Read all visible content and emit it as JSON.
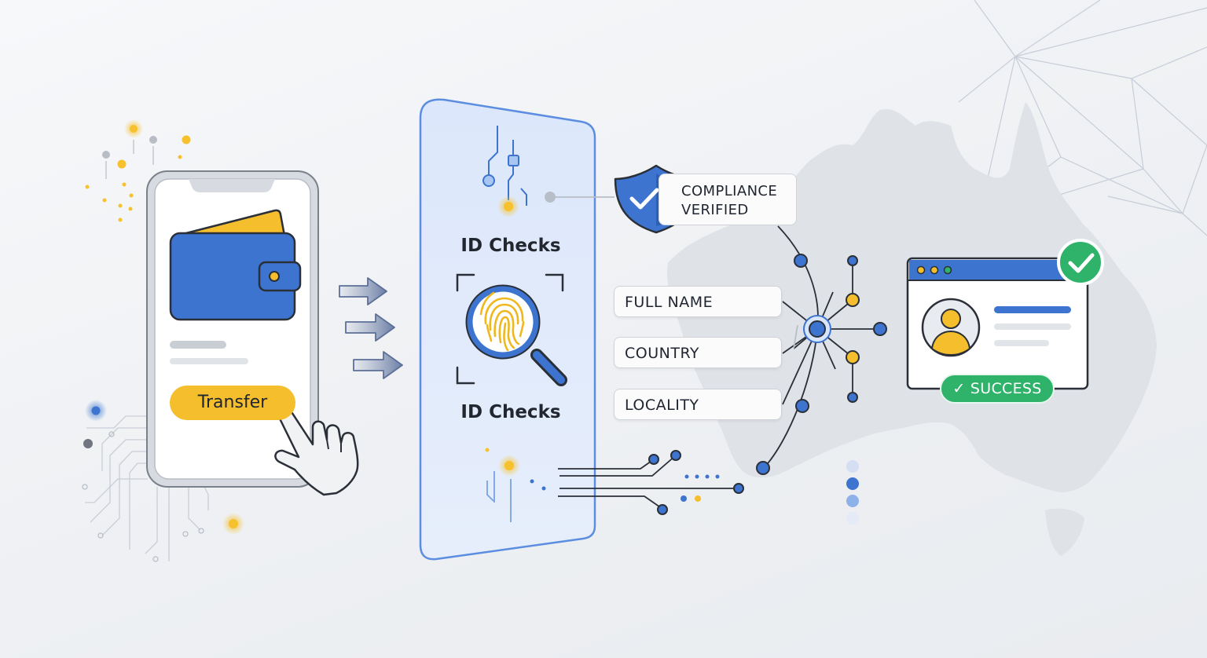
{
  "phone": {
    "button_label": "Transfer"
  },
  "panel": {
    "top_label": "ID Checks",
    "bottom_label": "ID Checks"
  },
  "compliance": {
    "line1": "COMPLIANCE",
    "line2": "VERIFIED"
  },
  "fields": [
    {
      "label": "FULL NAME"
    },
    {
      "label": "COUNTRY"
    },
    {
      "label": "LOCALITY"
    }
  ],
  "result": {
    "badge_label": "SUCCESS"
  },
  "icons": [
    "wallet-icon",
    "pointing-hand-icon",
    "fingerprint-magnifier-icon",
    "shield-check-icon",
    "user-avatar-icon",
    "check-circle-icon",
    "australia-map-icon"
  ],
  "colors": {
    "blue": "#3d74cf",
    "yellow": "#f4be2c",
    "green": "#2fb36b",
    "panel_fill": "#dbe7fb",
    "outline": "#2a2f38"
  }
}
